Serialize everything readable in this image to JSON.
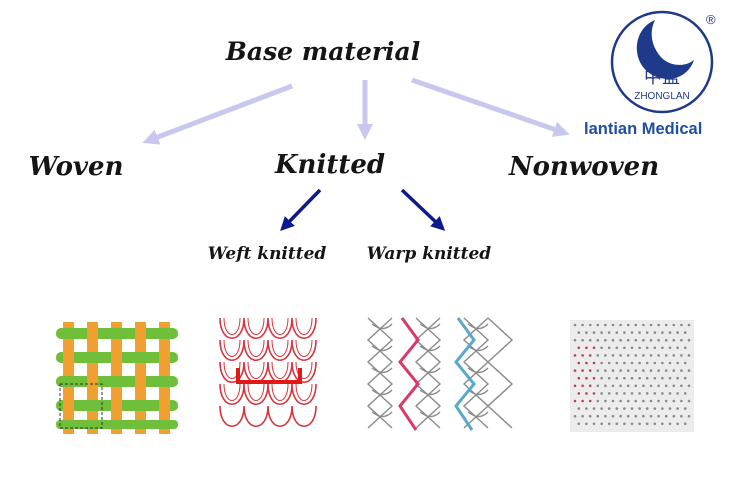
{
  "root": {
    "label": "Base material"
  },
  "categories": [
    {
      "key": "woven",
      "label": "Woven"
    },
    {
      "key": "knitted",
      "label": "Knitted"
    },
    {
      "key": "nonwoven",
      "label": "Nonwoven"
    }
  ],
  "subcategories": [
    {
      "key": "weft",
      "label": "Weft knitted"
    },
    {
      "key": "warp",
      "label": "Warp knitted"
    }
  ],
  "logo": {
    "chinese": "中蓝",
    "latin": "ZHONGLAN",
    "registered": "®",
    "brand_text": "lantian Medical"
  },
  "colors": {
    "arrow_light": "#c8c8ee",
    "arrow_dark": "#0d1a8c",
    "logo_blue": "#1f3a8a",
    "brand_text": "#1f4fa0",
    "woven_green": "#6fbf3a",
    "woven_orange": "#f0a030",
    "weft_red": "#d8343c",
    "warp_pink": "#d83a6a",
    "warp_blue": "#5aa8cc",
    "nonwoven_dot": "#c04050"
  }
}
